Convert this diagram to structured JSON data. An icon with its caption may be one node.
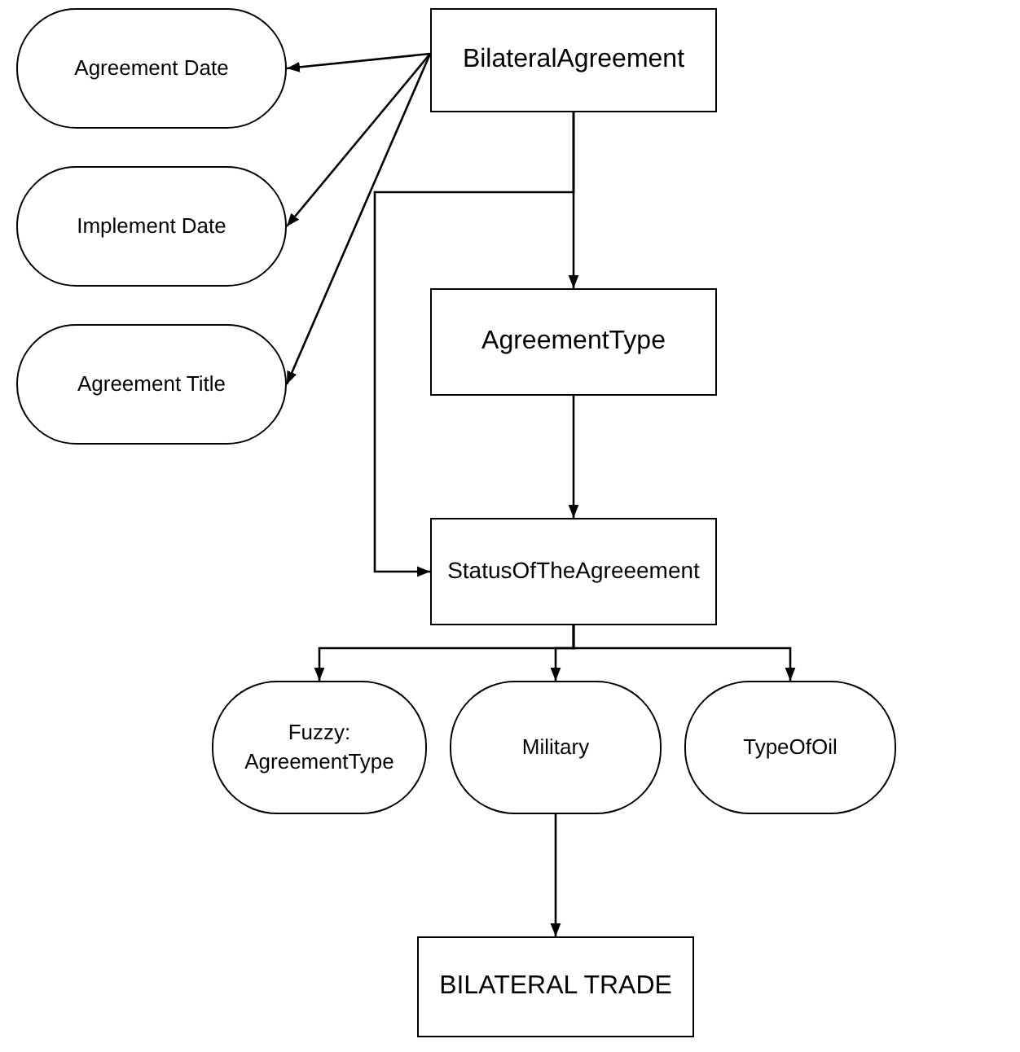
{
  "diagram": {
    "nodes": [
      {
        "text": [
          "Agreement Date"
        ]
      },
      {
        "text": [
          "Implement Date"
        ]
      },
      {
        "text": [
          "Agreement Title"
        ]
      },
      {
        "text": [
          "BilateralAgreement"
        ]
      },
      {
        "text": [
          "AgreementType"
        ]
      },
      {
        "text": [
          "StatusOfTheAgreeement"
        ]
      },
      {
        "text": [
          "Fuzzy: AgreementType"
        ]
      },
      {
        "text": [
          "Military"
        ]
      },
      {
        "text": [
          "TypeOfOil"
        ]
      },
      {
        "text": [
          "BILATERAL TRADE"
        ]
      }
    ],
    "edges": [
      {
        "from": 3,
        "to": 0,
        "arrow": "to"
      },
      {
        "from": 3,
        "to": 1,
        "arrow": "to"
      },
      {
        "from": 3,
        "to": 2,
        "arrow": "to"
      },
      {
        "from": 3,
        "to": 4,
        "arrow": "to"
      },
      {
        "from": 4,
        "to": 5,
        "arrow": "to"
      },
      {
        "from": 3,
        "to": 5,
        "arrow": "to"
      },
      {
        "from": 5,
        "to": 6,
        "arrow": "to"
      },
      {
        "from": 5,
        "to": 7,
        "arrow": "to"
      },
      {
        "from": 5,
        "to": 8,
        "arrow": "to"
      },
      {
        "from": 7,
        "to": 9,
        "arrow": "to"
      }
    ]
  }
}
